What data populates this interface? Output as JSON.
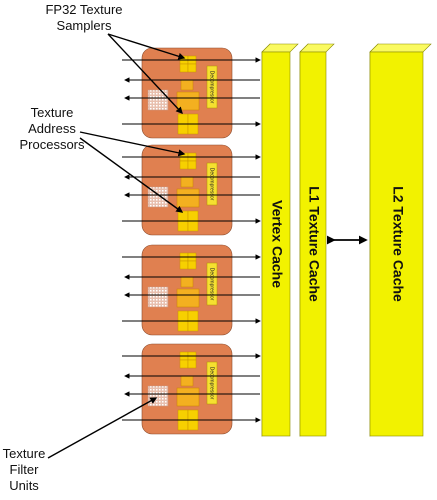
{
  "labels": {
    "fp32_line1": "FP32 Texture",
    "fp32_line2": "Samplers",
    "tap_line1": "Texture",
    "tap_line2": "Address",
    "tap_line3": "Processors",
    "tfu_line1": "Texture",
    "tfu_line2": "Filter",
    "tfu_line3": "Units"
  },
  "unit_block": {
    "decompressor_label": "Decompressor",
    "count": 4
  },
  "caches": {
    "vertex": "Vertex Cache",
    "l1": "L1 Texture Cache",
    "l2": "L2 Texture Cache"
  },
  "colors": {
    "unit_fill": "#e08050",
    "cache_yellow": "#f2f200",
    "filter_yellow": "#f7d000",
    "address_orange": "#f3b020",
    "decompressor_fill": "#f5e030"
  }
}
